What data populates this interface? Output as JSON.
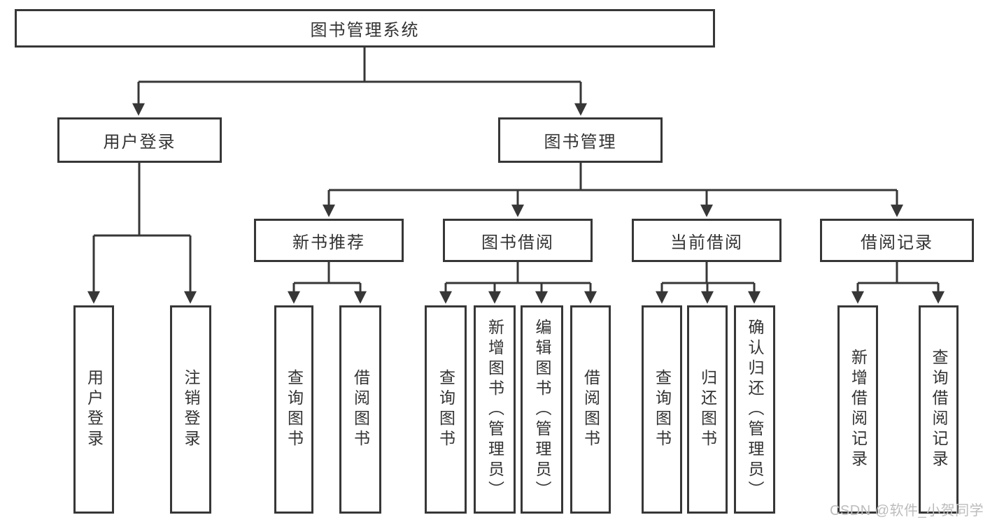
{
  "diagram": {
    "type": "functional-structure-chart",
    "colors": {
      "line": "#373737",
      "border": "#373737",
      "text": "#333333",
      "background": "#ffffff",
      "watermark": "#bcbcbc"
    },
    "nodes": {
      "root": {
        "label": "图书管理系统"
      },
      "user_login": {
        "label": "用户登录",
        "children": {
          "login": {
            "label": "用户登录"
          },
          "logout": {
            "label": "注销登录"
          }
        }
      },
      "book_management": {
        "label": "图书管理",
        "children": {
          "new_book_recommend": {
            "label": "新书推荐",
            "children": {
              "query_books": {
                "label": "查询图书"
              },
              "borrow_books": {
                "label": "借阅图书"
              }
            }
          },
          "book_borrowing": {
            "label": "图书借阅",
            "children": {
              "query_books": {
                "label": "查询图书"
              },
              "add_books_admin": {
                "label": "新增图书（管理员）"
              },
              "edit_books_admin": {
                "label": "编辑图书（管理员）"
              },
              "borrow_books": {
                "label": "借阅图书"
              }
            }
          },
          "current_borrowing": {
            "label": "当前借阅",
            "children": {
              "query_books": {
                "label": "查询图书"
              },
              "return_books": {
                "label": "归还图书"
              },
              "confirm_return_admin": {
                "label": "确认归还（管理员）"
              }
            }
          },
          "borrowing_records": {
            "label": "借阅记录",
            "children": {
              "add_borrow_record": {
                "label": "新增借阅记录"
              },
              "query_borrow_record": {
                "label": "查询借阅记录"
              }
            }
          }
        }
      }
    },
    "watermark": {
      "text": "CSDN @软件_小贺同学"
    }
  }
}
